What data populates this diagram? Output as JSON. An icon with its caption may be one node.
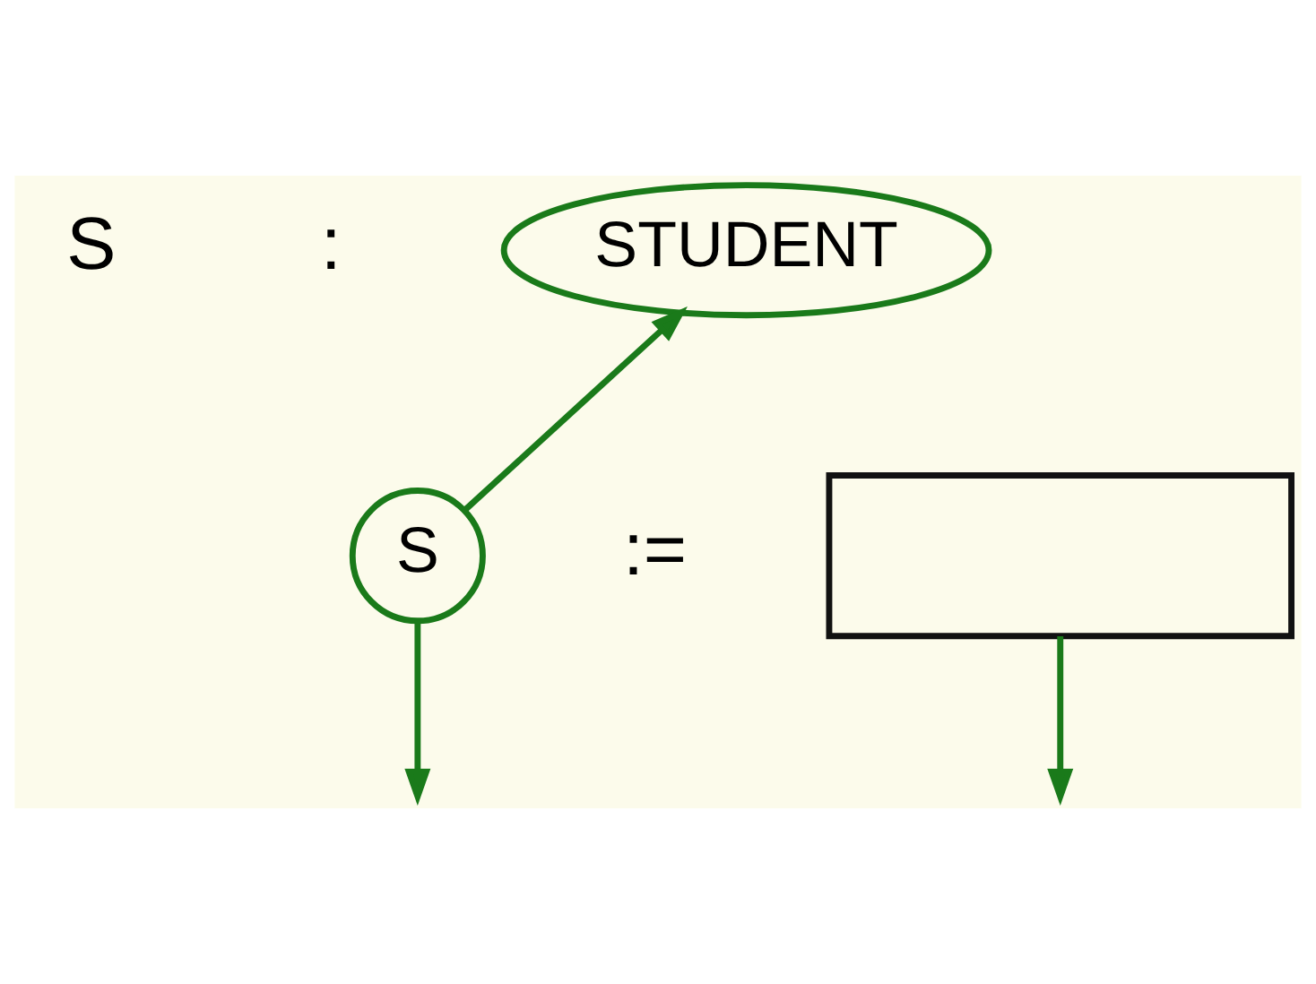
{
  "diagram": {
    "nodes": [
      {
        "text": [
          "STUDENT"
        ]
      },
      {
        "text": [
          "S"
        ]
      },
      {
        "text": [],
        "shape": "box"
      }
    ],
    "edges": [
      {
        "from": 1,
        "to": 0,
        "arrow": "to"
      },
      {
        "from": 1,
        "to": null,
        "arrow": "to"
      },
      {
        "from": 2,
        "to": null,
        "arrow": "to"
      }
    ],
    "labels": [
      "S",
      ":",
      ":="
    ]
  }
}
